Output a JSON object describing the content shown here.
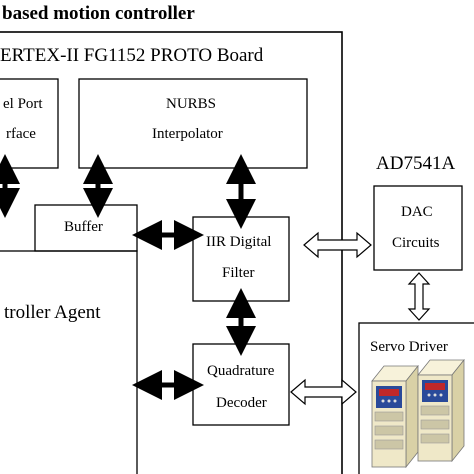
{
  "title": "based motion controller",
  "board_label": "ERTEX-II FG1152 PROTO Board",
  "ad_label": "AD7541A",
  "blocks": {
    "parallel_port": {
      "line1": "el Port",
      "line2": "rface"
    },
    "nurbs": {
      "line1": "NURBS",
      "line2": "Interpolator"
    },
    "buffer": "Buffer",
    "iir": {
      "line1": "IIR Digital",
      "line2": "Filter"
    },
    "quadrature": {
      "line1": "Quadrature",
      "line2": "Decoder"
    },
    "controller_agent": "troller Agent",
    "dac": {
      "line1": "DAC",
      "line2": "Circuits"
    },
    "servo_driver": "Servo Driver"
  },
  "colors": {
    "servo_body": "#efe8c8",
    "servo_panel": "#2a4a9a",
    "servo_display": "#c0282a"
  }
}
